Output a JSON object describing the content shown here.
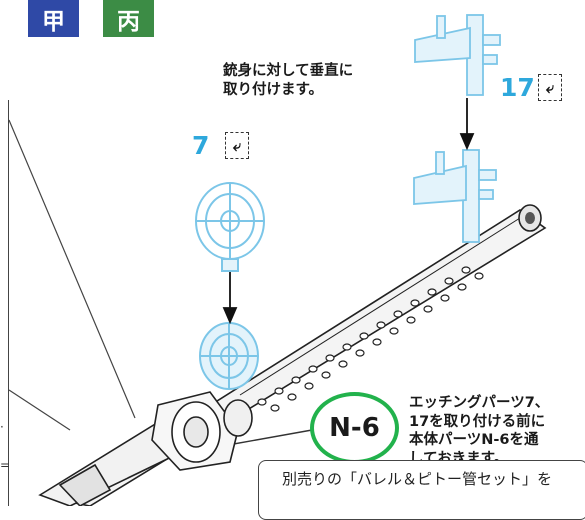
{
  "header": {
    "badges": [
      {
        "label": "甲",
        "color": "#2f49a6"
      },
      {
        "label": "丙",
        "color": "#3c8c45"
      }
    ]
  },
  "notes": {
    "top": "銃身に対して垂直に\n取り付けます。",
    "right": "エッチングパーツ7、\n17を取り付ける前に\n本体パーツN-6を通\nしておきます。"
  },
  "parts": {
    "p7": {
      "number": "7",
      "bend_symbol": "⤶"
    },
    "p17": {
      "number": "17",
      "bend_symbol": "⤶"
    },
    "main": {
      "label": "N-6"
    }
  },
  "footer": {
    "text": "別売りの「バレル＆ピトー管セット」を"
  },
  "colors": {
    "etched_part": "#7cc6e8",
    "callout_ring": "#22b24c",
    "part_number": "#2ea8dc"
  },
  "icons": [
    "bend-arrow-icon",
    "assembly-arrow-icon"
  ]
}
